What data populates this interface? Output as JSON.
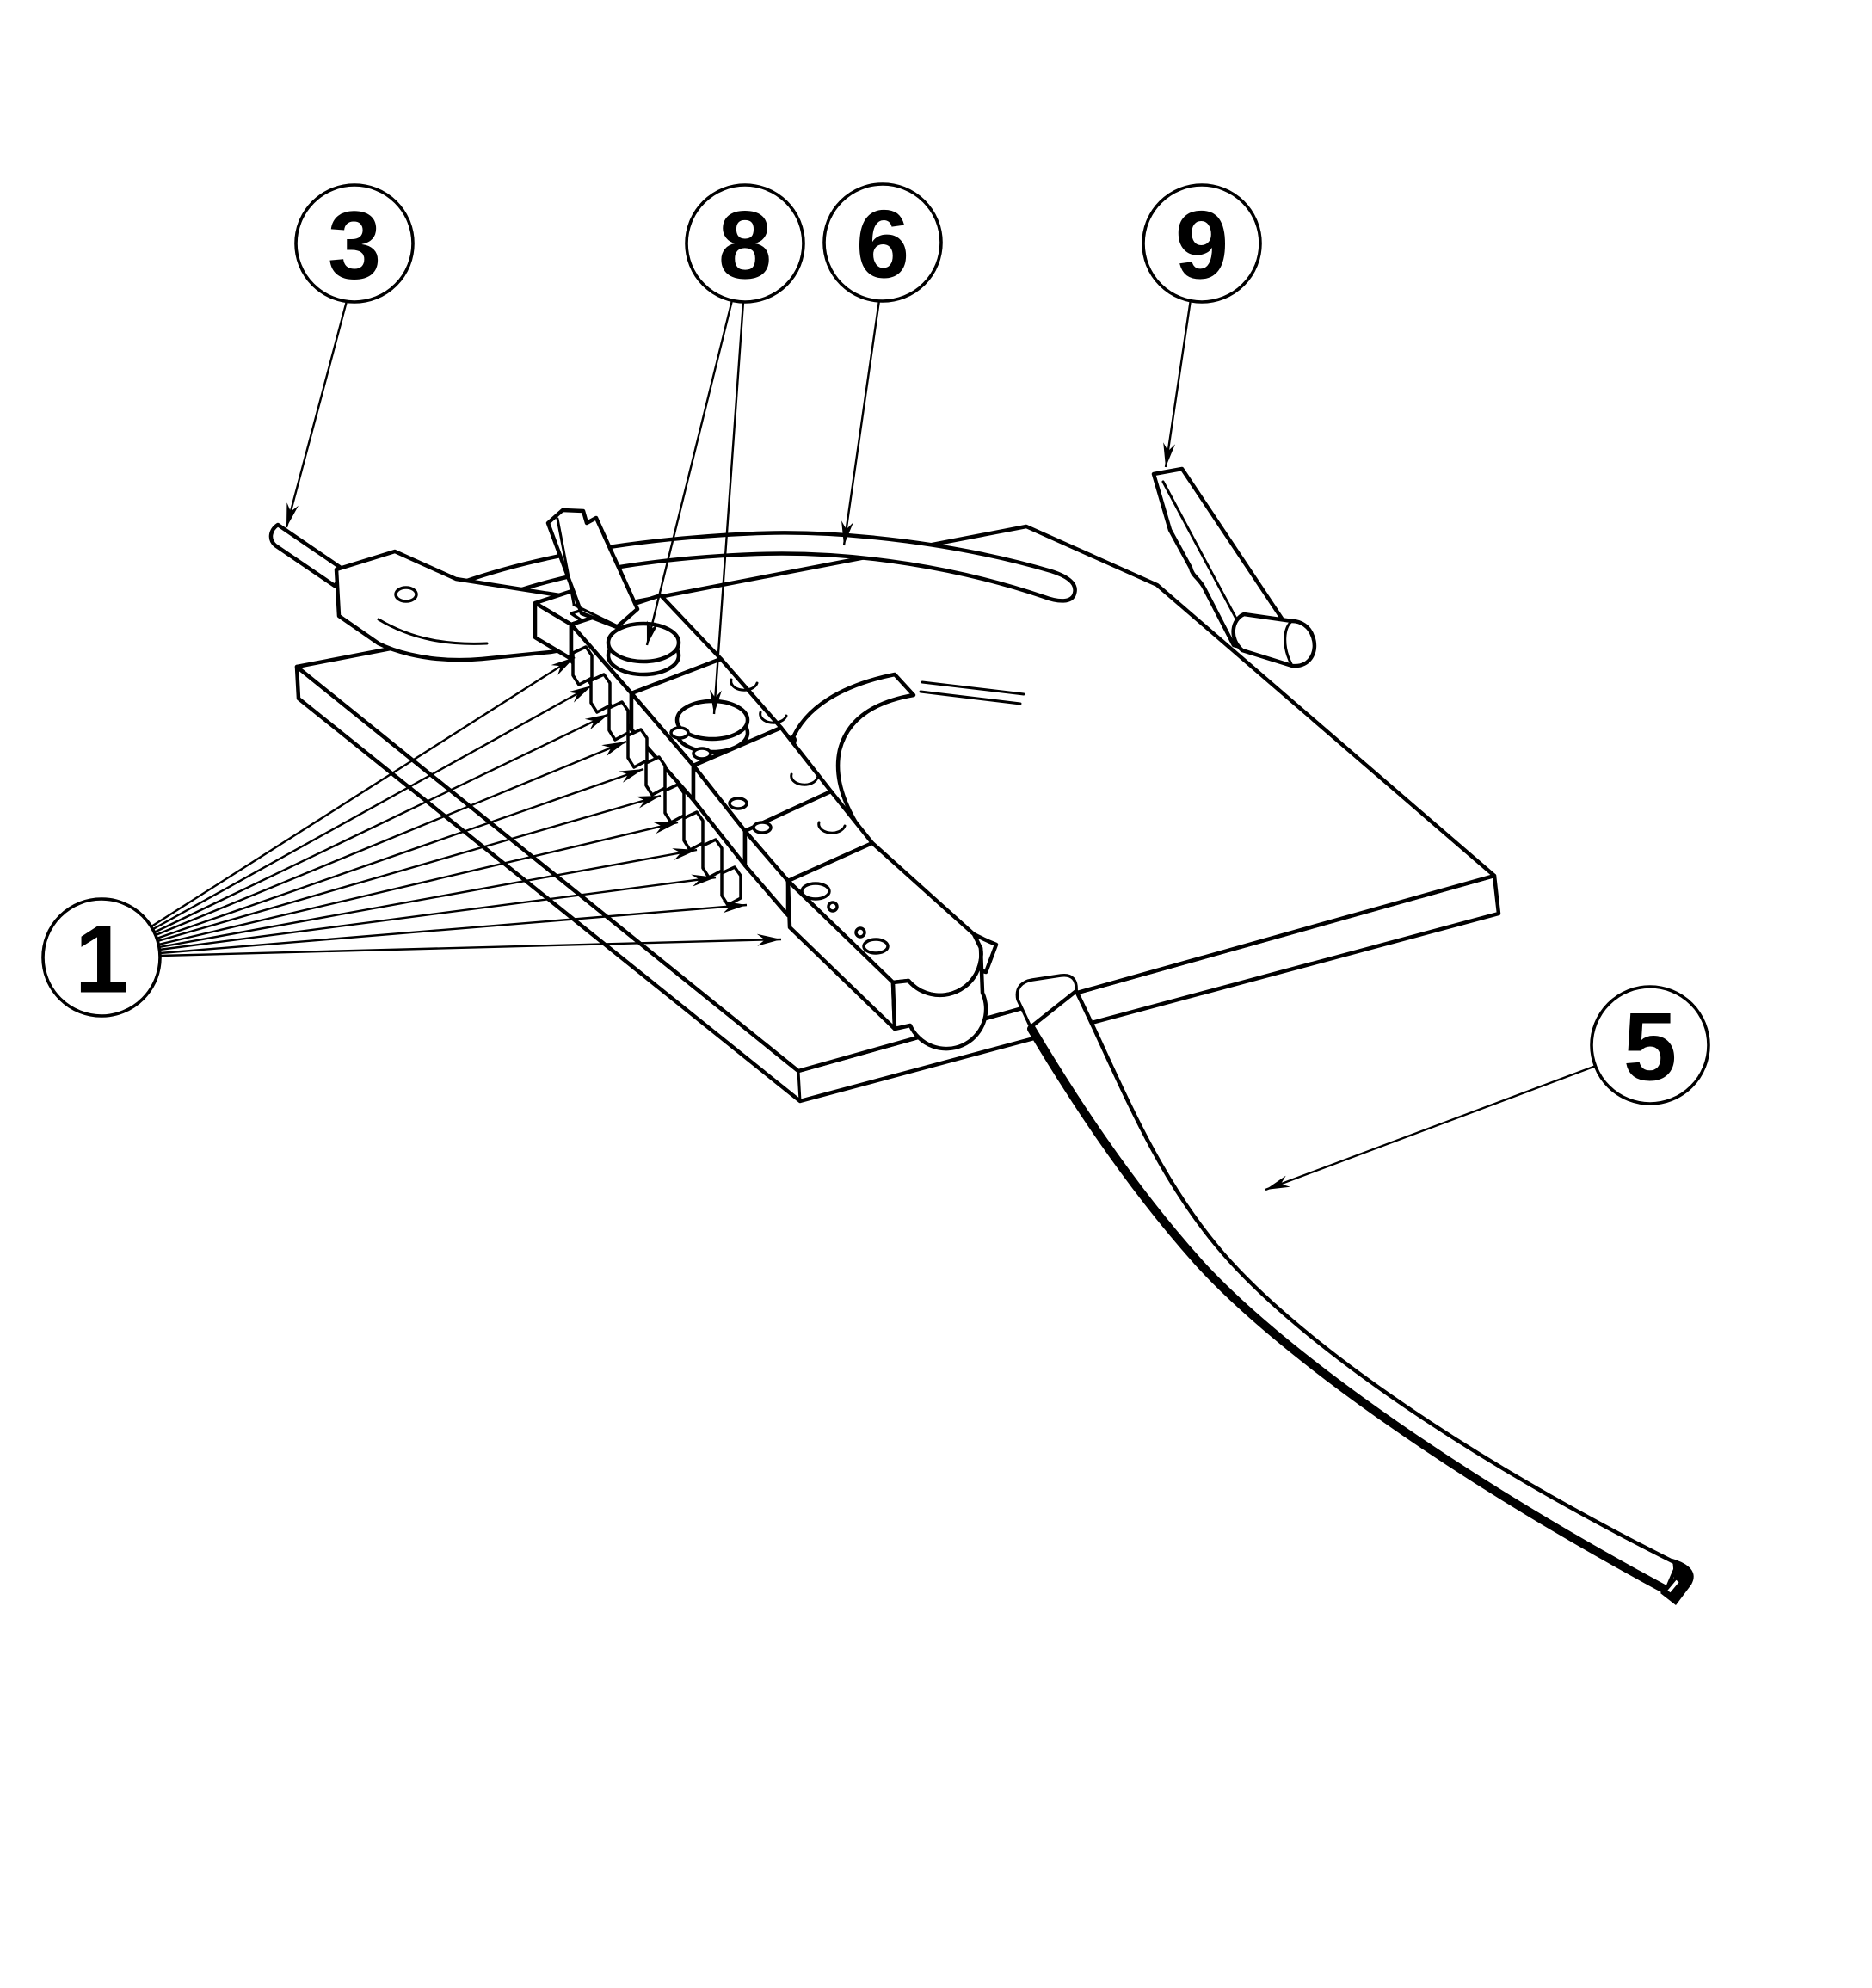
{
  "figure": {
    "kind": "technical-line-drawing",
    "background_color": "#ffffff",
    "line_color": "#000000",
    "callouts": [
      {
        "label": "3"
      },
      {
        "label": "8"
      },
      {
        "label": "6"
      },
      {
        "label": "9"
      },
      {
        "label": "1"
      },
      {
        "label": "5"
      }
    ]
  }
}
